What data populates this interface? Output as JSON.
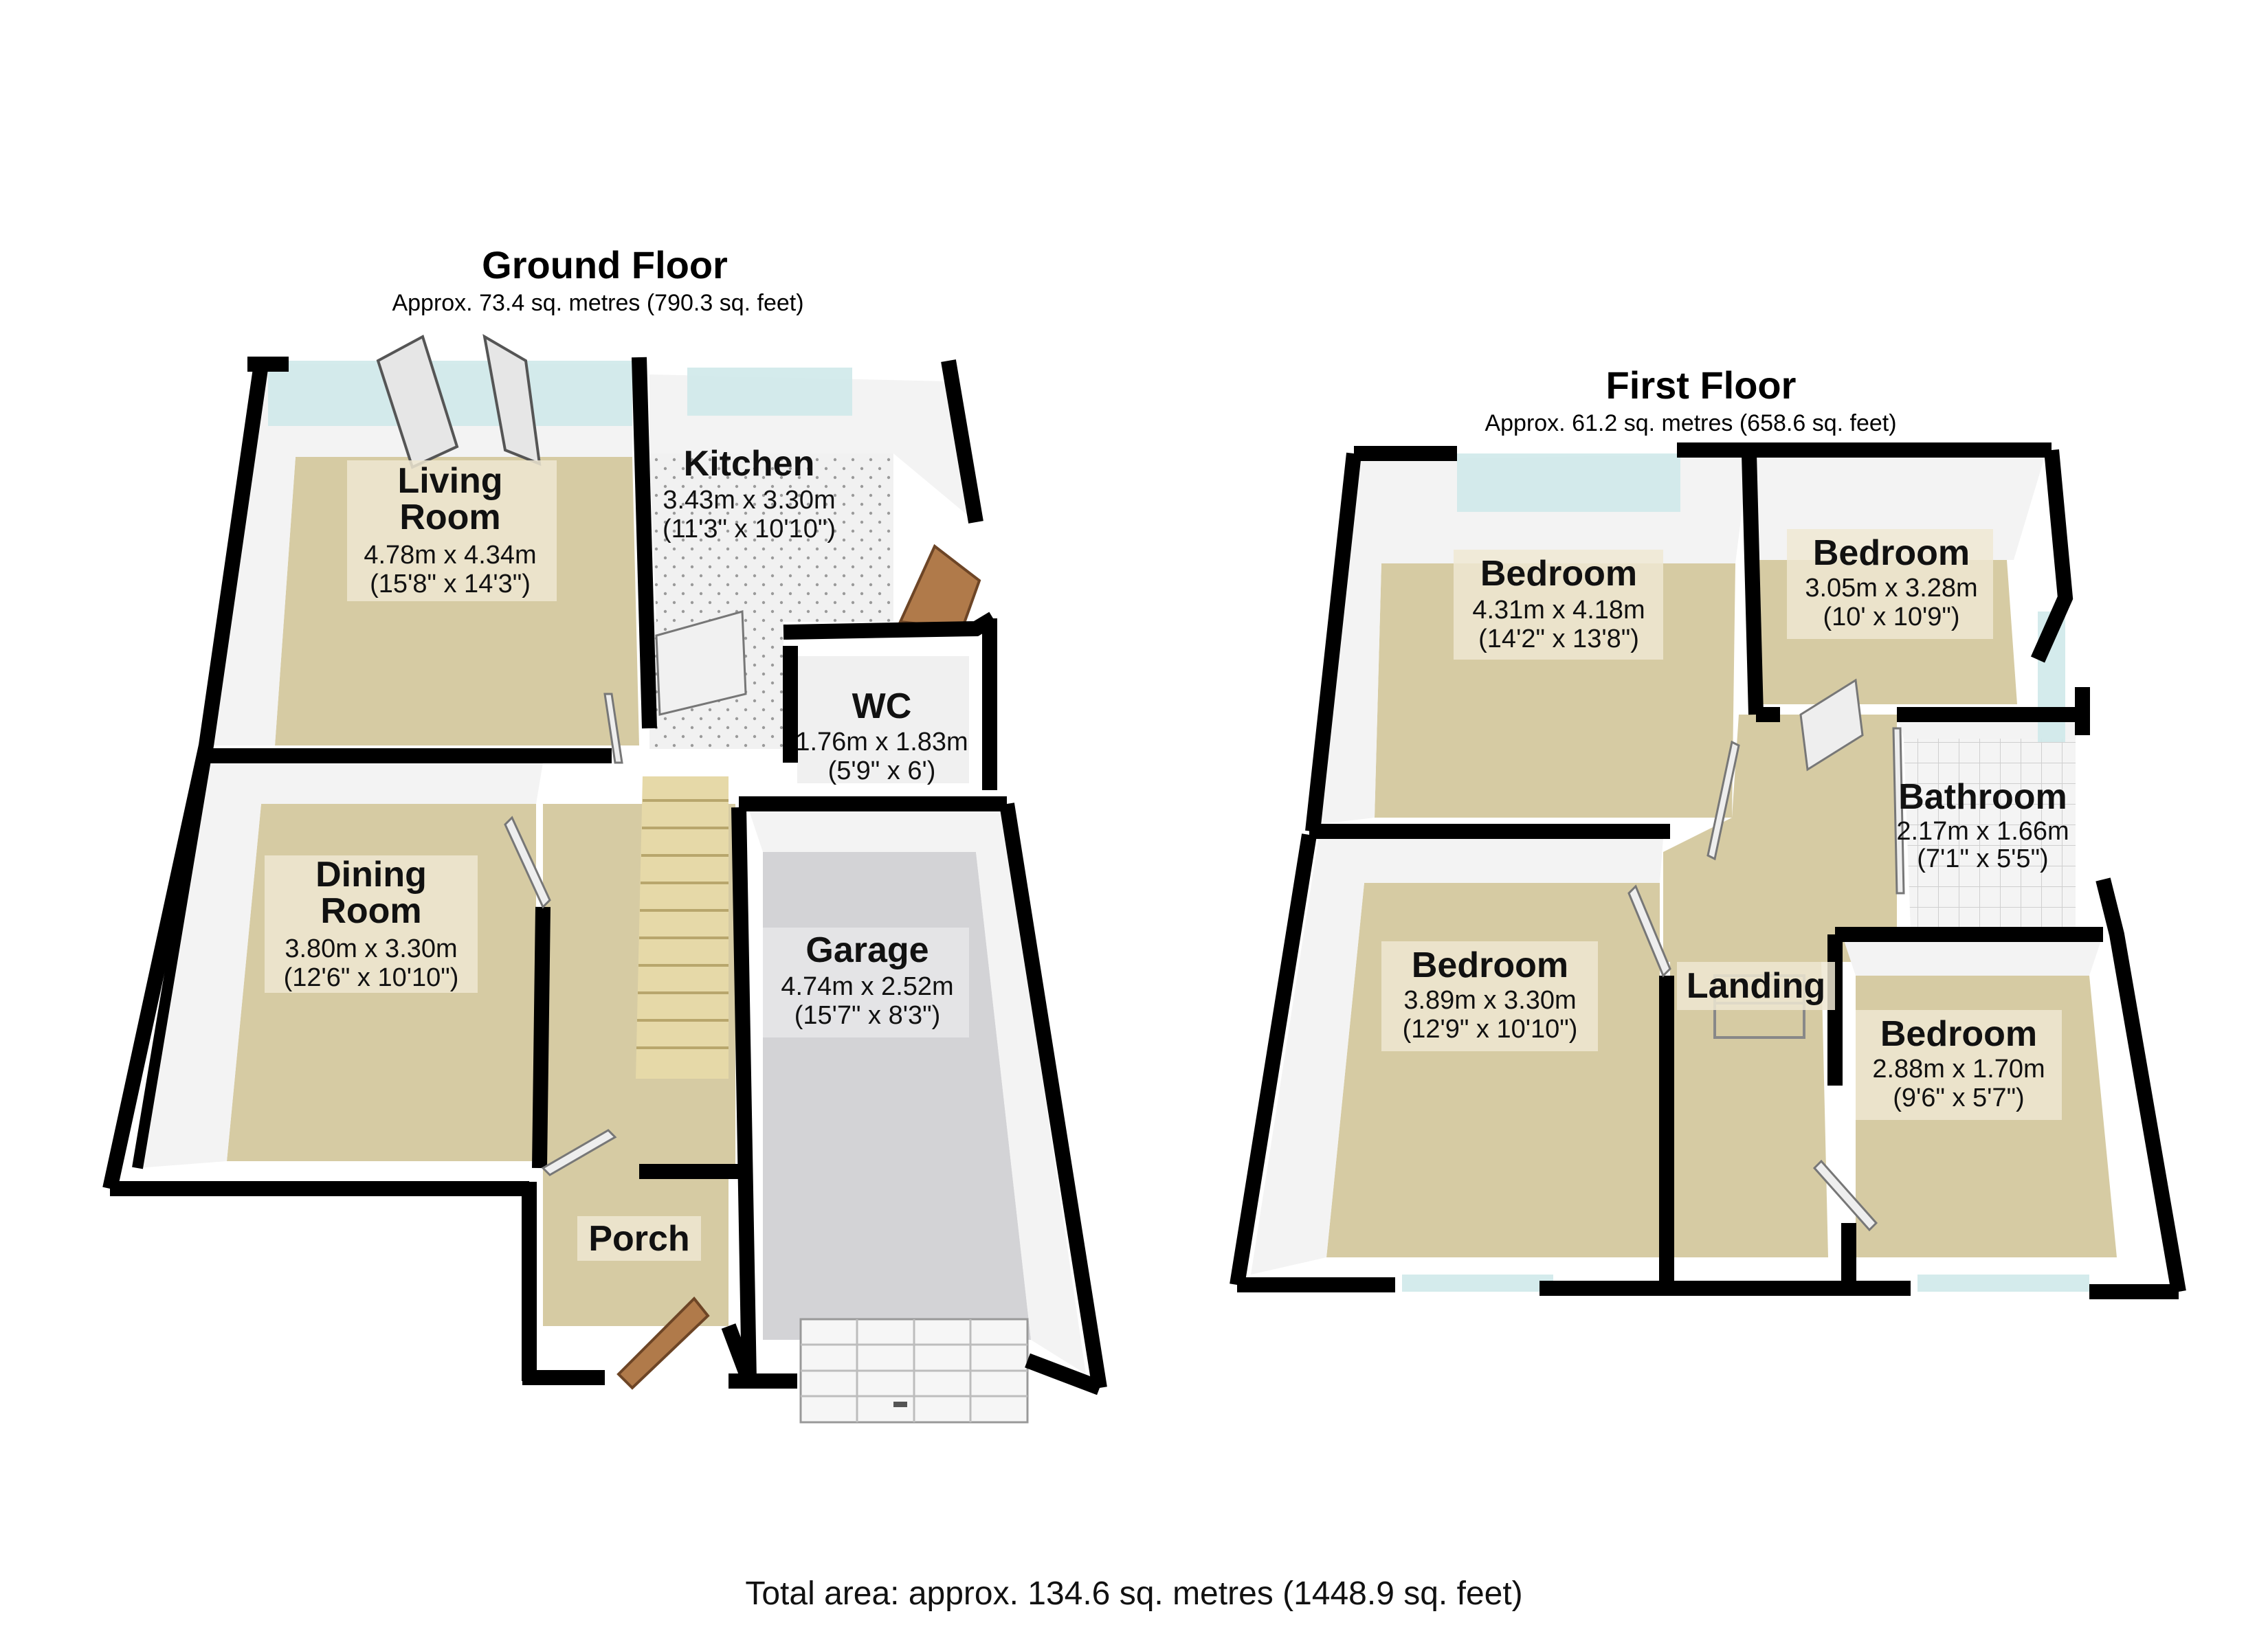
{
  "colors": {
    "wall": "#000000",
    "wall_face": "#f2f2f2",
    "carpet": "#d6cba3",
    "tile": "#efefef",
    "garage_floor": "#d3d3d6",
    "window_glass": "#cfe9ea",
    "door_wood": "#b07a4a",
    "stairs": "#e6d9a8"
  },
  "ground_floor": {
    "title": "Ground Floor",
    "area": "Approx. 73.4 sq. metres (790.3 sq. feet)",
    "rooms": {
      "living_room": {
        "name_1": "Living",
        "name_2": "Room",
        "metric": "4.78m x 4.34m",
        "imperial": "(15'8\" x 14'3\")"
      },
      "kitchen": {
        "name": "Kitchen",
        "metric": "3.43m x 3.30m",
        "imperial": "(11'3\" x 10'10\")"
      },
      "wc": {
        "name": "WC",
        "metric": "1.76m x 1.83m",
        "imperial": "(5'9\" x 6')"
      },
      "dining_room": {
        "name_1": "Dining",
        "name_2": "Room",
        "metric": "3.80m x 3.30m",
        "imperial": "(12'6\" x 10'10\")"
      },
      "garage": {
        "name": "Garage",
        "metric": "4.74m x 2.52m",
        "imperial": "(15'7\" x 8'3\")"
      },
      "porch": {
        "name": "Porch"
      }
    }
  },
  "first_floor": {
    "title": "First Floor",
    "area": "Approx. 61.2 sq. metres (658.6 sq. feet)",
    "rooms": {
      "bedroom_1": {
        "name": "Bedroom",
        "metric": "4.31m x 4.18m",
        "imperial": "(14'2\" x 13'8\")"
      },
      "bedroom_2": {
        "name": "Bedroom",
        "metric": "3.05m x 3.28m",
        "imperial": "(10' x 10'9\")"
      },
      "bathroom": {
        "name": "Bathroom",
        "metric": "2.17m x 1.66m",
        "imperial": "(7'1\" x 5'5\")"
      },
      "bedroom_3": {
        "name": "Bedroom",
        "metric": "3.89m x 3.30m",
        "imperial": "(12'9\" x 10'10\")"
      },
      "landing": {
        "name": "Landing"
      },
      "bedroom_4": {
        "name": "Bedroom",
        "metric": "2.88m x 1.70m",
        "imperial": "(9'6\" x 5'7\")"
      }
    }
  },
  "total_area": "Total area: approx. 134.6 sq. metres (1448.9 sq. feet)"
}
